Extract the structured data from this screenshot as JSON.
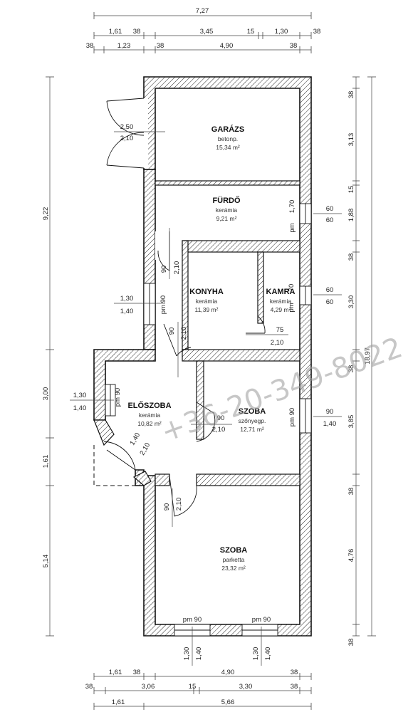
{
  "watermark": "+36-20-349-8022",
  "rooms": [
    {
      "id": "garazs",
      "name": "GARÁZS",
      "floor": "betonp.",
      "area": "15,34 m²"
    },
    {
      "id": "furdo",
      "name": "FÜRDŐ",
      "floor": "kerámia",
      "area": "9,21 m²"
    },
    {
      "id": "konyha",
      "name": "KONYHA",
      "floor": "kerámia",
      "area": "11,39 m²"
    },
    {
      "id": "kamra",
      "name": "KAMRA",
      "floor": "kerámia",
      "area": "4,29 m²"
    },
    {
      "id": "eloszoba",
      "name": "ELŐSZOBA",
      "floor": "kerámia",
      "area": "10,82 m²"
    },
    {
      "id": "szoba1",
      "name": "SZOBA",
      "floor": "szőnyegp.",
      "area": "12,71 m²"
    },
    {
      "id": "szoba2",
      "name": "SZOBA",
      "floor": "parketta",
      "area": "23,32 m²"
    }
  ],
  "dims_top": {
    "row1": [
      "7,27"
    ],
    "row2": [
      "1,61",
      "38",
      "3,45",
      "15",
      "1,30",
      "38"
    ],
    "row3": [
      "38",
      "1,23",
      "38",
      "4,90",
      "38"
    ]
  },
  "dims_bottom": {
    "row1": [
      "1,61",
      "38",
      "4,90",
      "38"
    ],
    "row2": [
      "38",
      "3,06",
      "15",
      "3,30",
      "38"
    ],
    "row3": [
      "1,61",
      "5,66"
    ]
  },
  "dims_left": [
    "9,22",
    "3,00",
    "1,61",
    "5,14"
  ],
  "dims_right_inner": [
    "38",
    "3,13",
    "15",
    "1,88",
    "38",
    "3,30",
    "38",
    "3,85",
    "38",
    "4,76",
    "38"
  ],
  "dims_right_outer": [
    "18,97"
  ],
  "openings": {
    "garage_door": [
      "2,50",
      "2,10"
    ],
    "furdo_door": [
      "90",
      "2,10"
    ],
    "furdo_window_left": [
      "pm",
      "1,70"
    ],
    "furdo_window_right": [
      "60",
      "60"
    ],
    "konyha_window_right": [
      "pm 90"
    ],
    "konyha_window_left": [
      "1,30",
      "1,40"
    ],
    "kamra_window": [
      "60",
      "60"
    ],
    "kamra_window_left": [
      "pm",
      "70"
    ],
    "kamra_door": [
      "75",
      "2,10"
    ],
    "konyha_door": [
      "90",
      "2,10"
    ],
    "eloszoba_window": [
      "1,30",
      "1,40"
    ],
    "eloszoba_window_left": [
      "pm 90"
    ],
    "eloszoba_door": [
      "1,40",
      "2,10"
    ],
    "szoba1_door": [
      "90",
      "2,10"
    ],
    "szoba1_window_left": [
      "pm 90"
    ],
    "szoba1_window_right": [
      "90",
      "1,40"
    ],
    "szoba2_door": [
      "90",
      "2,10"
    ],
    "szoba2_window1": [
      "pm 90",
      "1,30",
      "1,40"
    ],
    "szoba2_window2": [
      "pm 90",
      "1,30",
      "1,40"
    ]
  }
}
